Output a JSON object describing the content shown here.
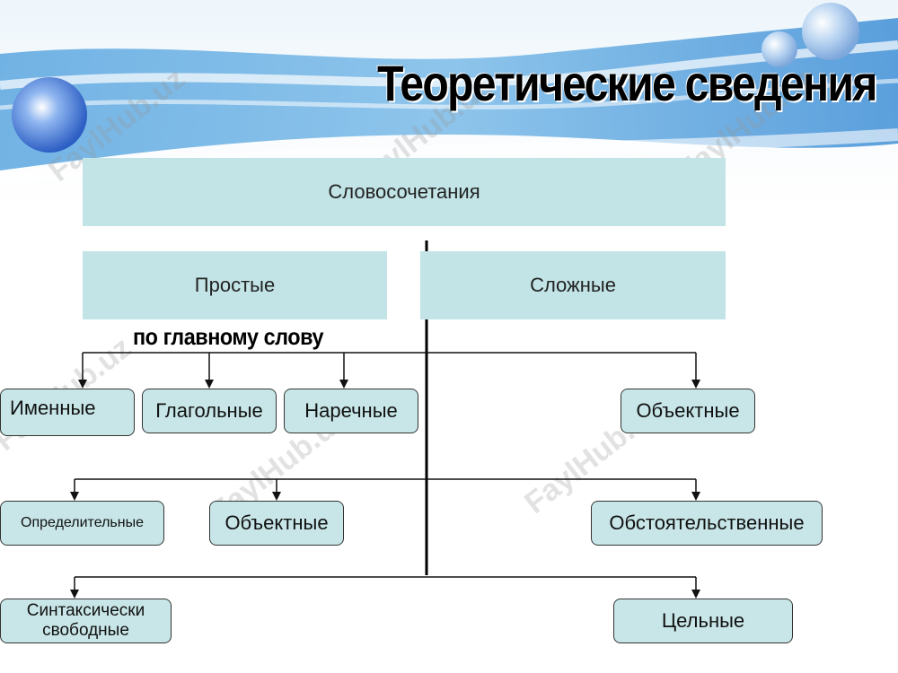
{
  "title": "Теоретические сведения",
  "watermark": "FaylHub.uz",
  "root": "Словосочетания",
  "level1": {
    "left": "Простые",
    "right": "Сложные"
  },
  "caption": "по главному слову",
  "row1": {
    "a": "Именные",
    "b": "Глагольные",
    "c": "Наречные",
    "d": "Объектные"
  },
  "row2": {
    "a": "Определительные",
    "b": "Объектные",
    "c": "Обстоятельственные"
  },
  "row3": {
    "a_line1": "Синтаксически",
    "a_line2": "свободные",
    "b": "Цельные"
  }
}
